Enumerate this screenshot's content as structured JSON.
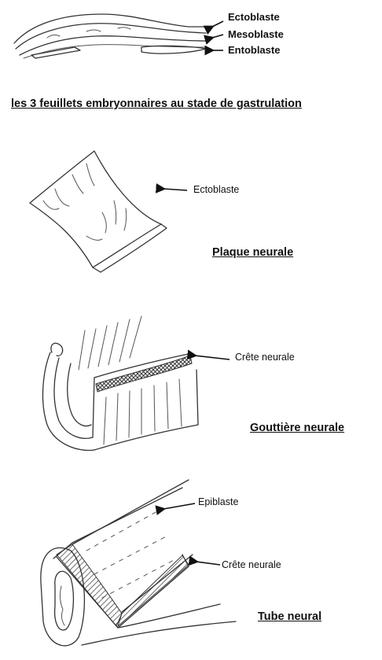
{
  "figure1": {
    "labels": [
      "Ectoblaste",
      "Mesoblaste",
      "Entoblaste"
    ],
    "caption": "les 3 feuillets embryonnaires au stade de gastrulation"
  },
  "figure2": {
    "label": "Ectoblaste",
    "caption": "Plaque neurale"
  },
  "figure3": {
    "label": "Crête neurale",
    "caption": "Gouttière neurale"
  },
  "figure4": {
    "labels": [
      "Epiblaste",
      "Crête neurale"
    ],
    "caption": "Tube neural"
  }
}
